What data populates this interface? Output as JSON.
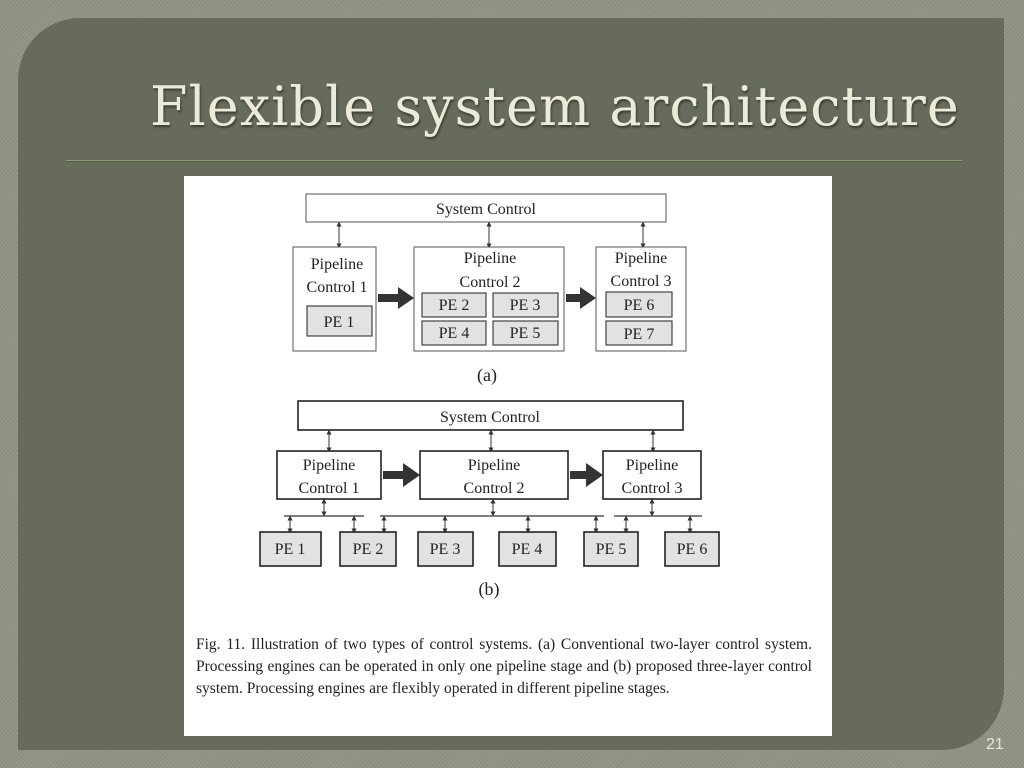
{
  "slide": {
    "title": "Flexible system architecture",
    "number": "21"
  },
  "figure": {
    "diagram_a": {
      "system_control": "System Control",
      "pipeline_controls": [
        {
          "line1": "Pipeline",
          "line2": "Control 1"
        },
        {
          "line1": "Pipeline",
          "line2": "Control 2"
        },
        {
          "line1": "Pipeline",
          "line2": "Control 3"
        }
      ],
      "processing_engines": [
        "PE 1",
        "PE 2",
        "PE 3",
        "PE 4",
        "PE 5",
        "PE 6",
        "PE 7"
      ],
      "label": "(a)"
    },
    "diagram_b": {
      "system_control": "System Control",
      "pipeline_controls": [
        {
          "line1": "Pipeline",
          "line2": "Control 1"
        },
        {
          "line1": "Pipeline",
          "line2": "Control 2"
        },
        {
          "line1": "Pipeline",
          "line2": "Control 3"
        }
      ],
      "processing_engines": [
        "PE 1",
        "PE 2",
        "PE 3",
        "PE 4",
        "PE 5",
        "PE 6"
      ],
      "label": "(b)"
    },
    "caption": "Fig. 11.   Illustration of two types of control systems. (a) Conventional two-layer control system. Processing engines can be operated in only one pipeline stage and (b) proposed three-layer control system. Processing engines are flexibly operated in different pipeline stages."
  }
}
